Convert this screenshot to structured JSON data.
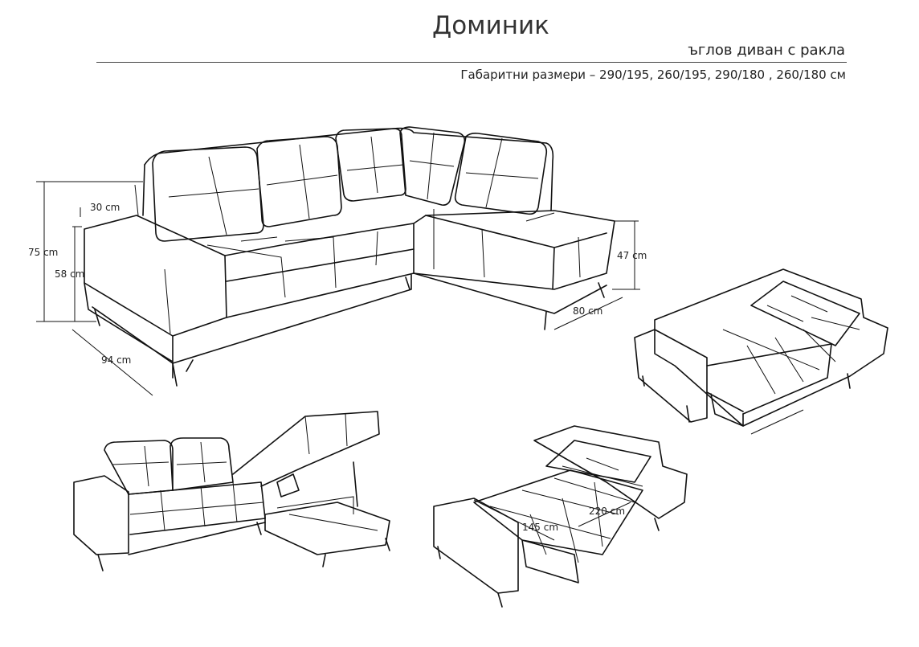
{
  "header": {
    "title": "Доминик",
    "subtitle": "ъглов диван с ракла",
    "dimensions": "Габаритни размери – 290/195, 260/195, 290/180 , 260/180 см"
  },
  "diagram": {
    "main_view_labels": {
      "armrest_width": "30 cm",
      "total_height": "75 cm",
      "seat_height": "58 cm",
      "depth": "94 cm",
      "chaise_height": "47 cm",
      "chaise_width": "80 cm"
    },
    "bed_view_labels": {
      "bed_width": "145 cm",
      "bed_length": "220 cm"
    }
  }
}
